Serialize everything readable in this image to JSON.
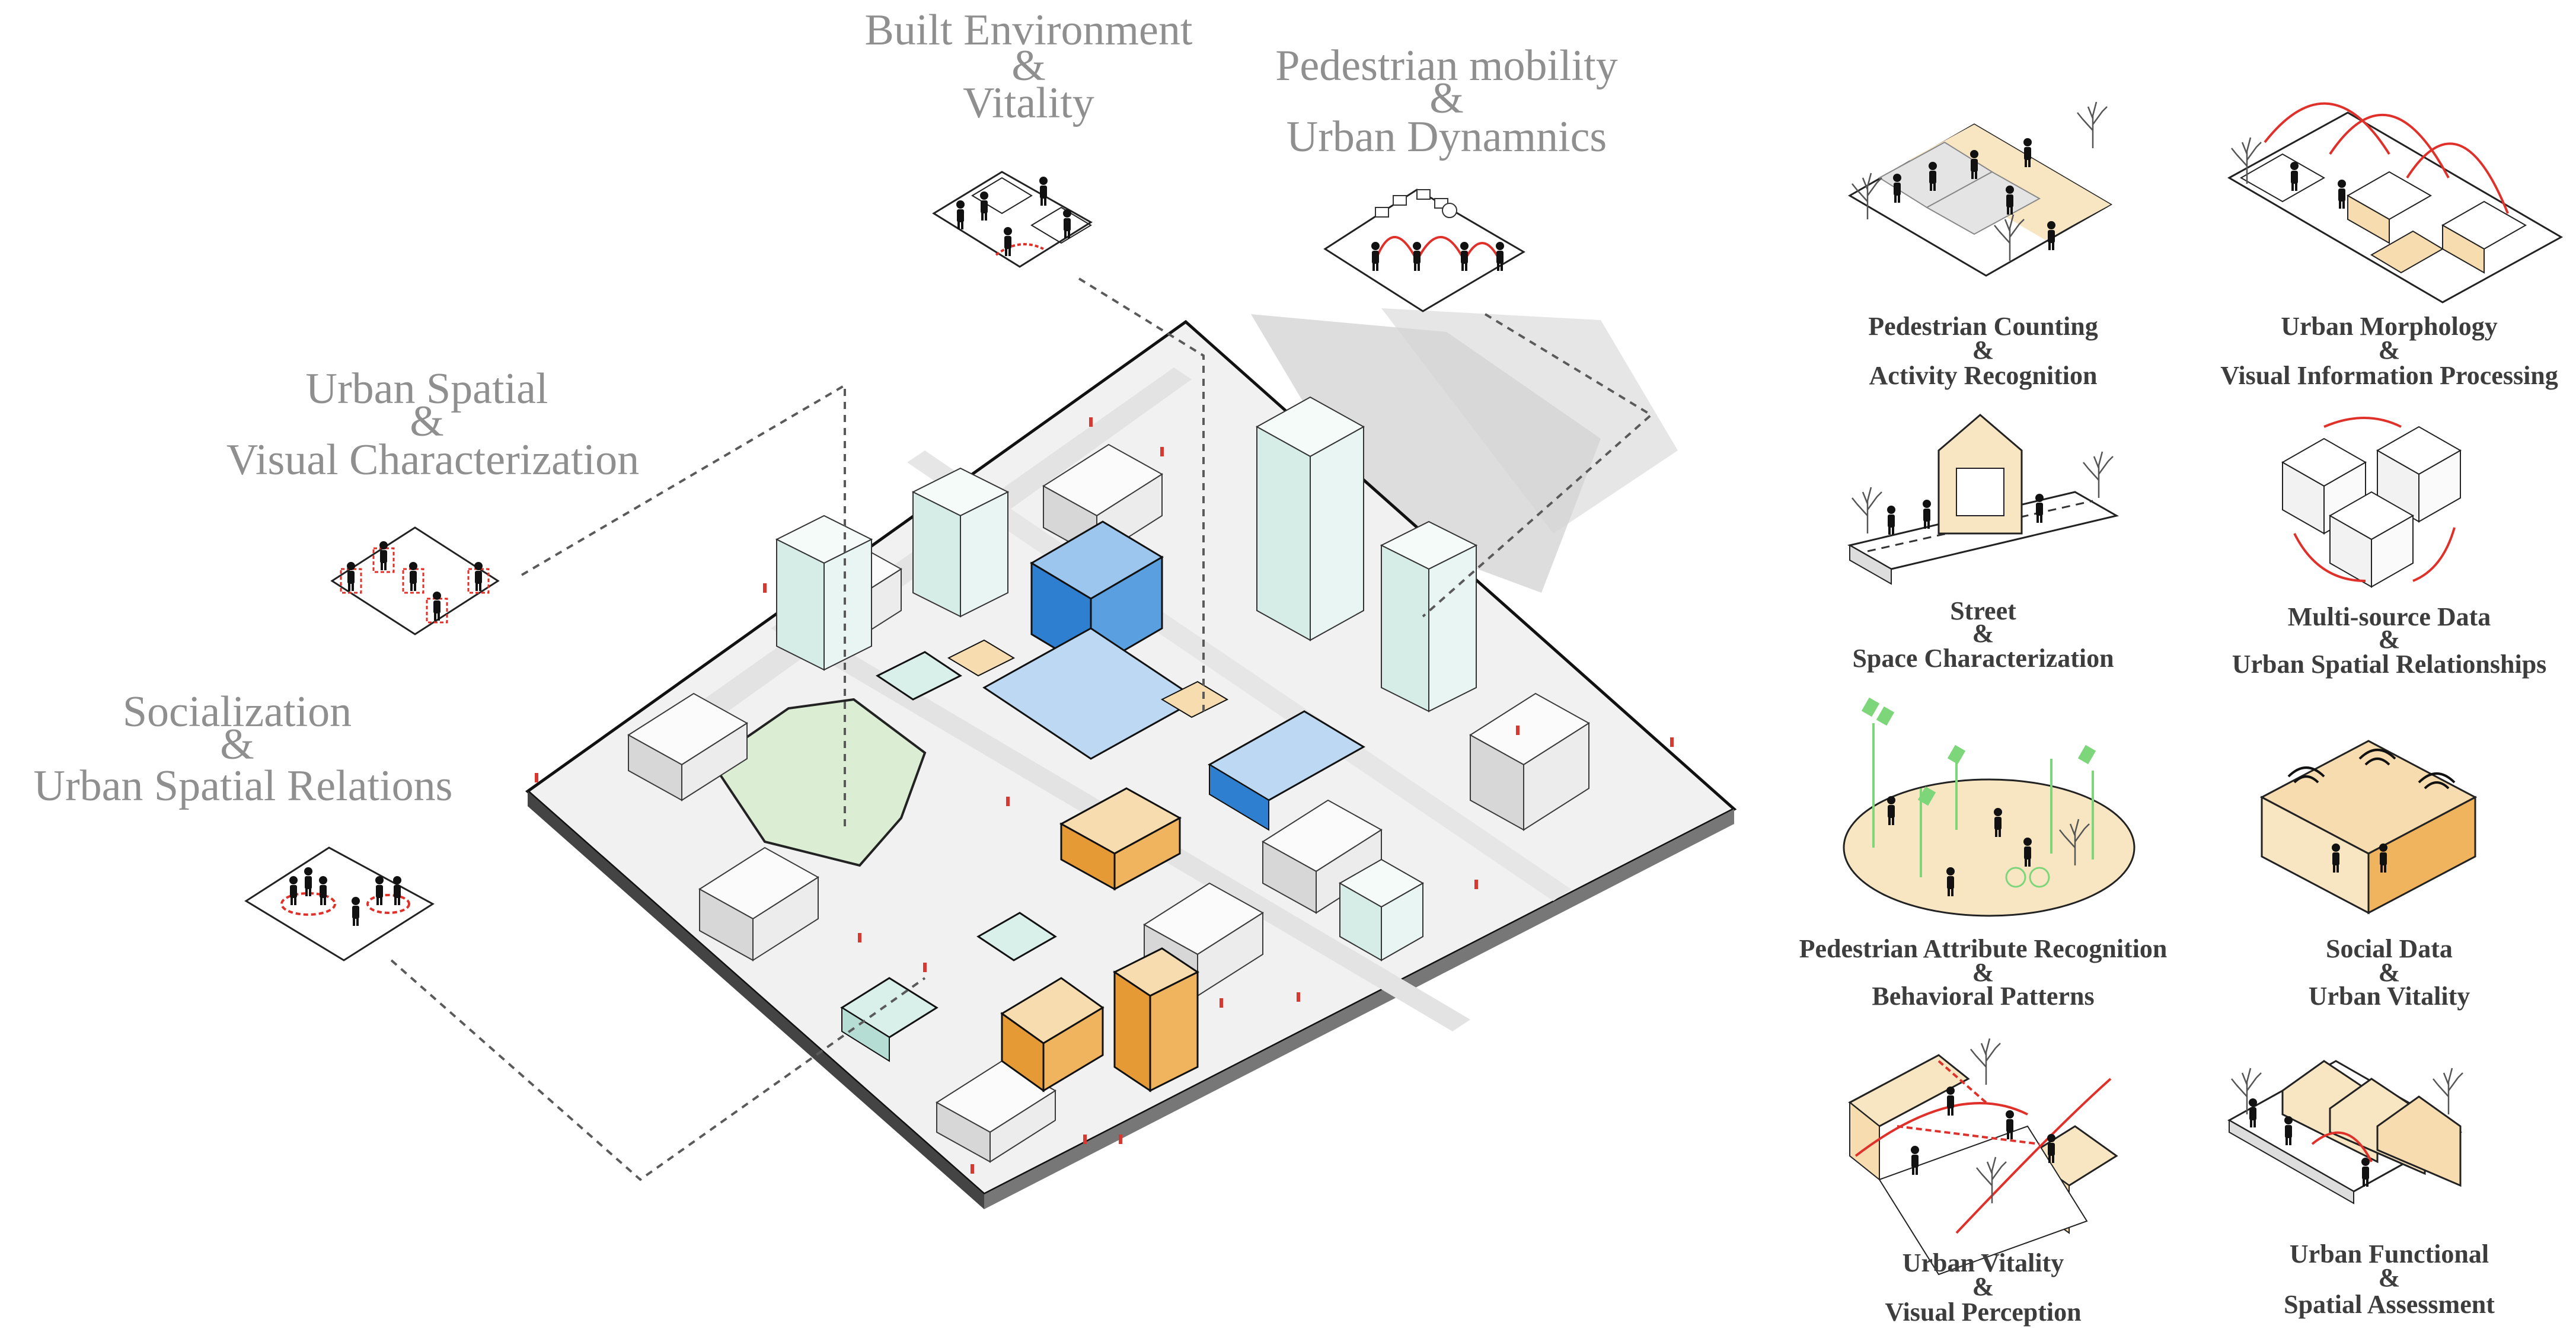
{
  "colors": {
    "accent_red": "#e0302a",
    "highlight_blue": "#2e7fd0",
    "light_blue": "#bcd8f2",
    "mint": "#d8efea",
    "orange": "#f0a94a",
    "light_orange": "#f7dcaf",
    "light_green": "#dbeed3",
    "label_gray": "#8f8f8f",
    "label_dark": "#3d3d3d"
  },
  "main_labels": {
    "built": [
      "Built Environment",
      "&",
      "Vitality"
    ],
    "pedestrian": [
      "Pedestrian mobility",
      "&",
      "Urban Dynamnics"
    ],
    "spatial": [
      "Urban Spatial",
      "&",
      "Visual Characterization"
    ],
    "social": [
      "Socialization",
      "&",
      "Urban Spatial Relations"
    ]
  },
  "panels": [
    {
      "lines": [
        "Pedestrian Counting",
        "&",
        "Activity Recognition"
      ],
      "icon": "crosswalk-people-icon"
    },
    {
      "lines": [
        "Urban Morphology",
        "&",
        "Visual Information Processing"
      ],
      "icon": "house-arcs-icon"
    },
    {
      "lines": [
        "Street",
        "&",
        "Space Characterization"
      ],
      "icon": "street-section-icon"
    },
    {
      "lines": [
        "Multi-source Data",
        "&",
        "Urban Spatial Relationships"
      ],
      "icon": "social-cubes-icon"
    },
    {
      "lines": [
        "Pedestrian Attribute Recognition",
        "&",
        "Behavioral Patterns"
      ],
      "icon": "plaza-sensors-icon"
    },
    {
      "lines": [
        "Social Data",
        "&",
        "Urban Vitality"
      ],
      "icon": "wifi-room-icon"
    },
    {
      "lines": [
        "Urban Vitality",
        "&",
        "Visual Perception"
      ],
      "icon": "perception-street-icon"
    },
    {
      "lines": [
        "Urban Functional",
        "&",
        "Spatial Assessment"
      ],
      "icon": "functional-block-icon"
    }
  ]
}
